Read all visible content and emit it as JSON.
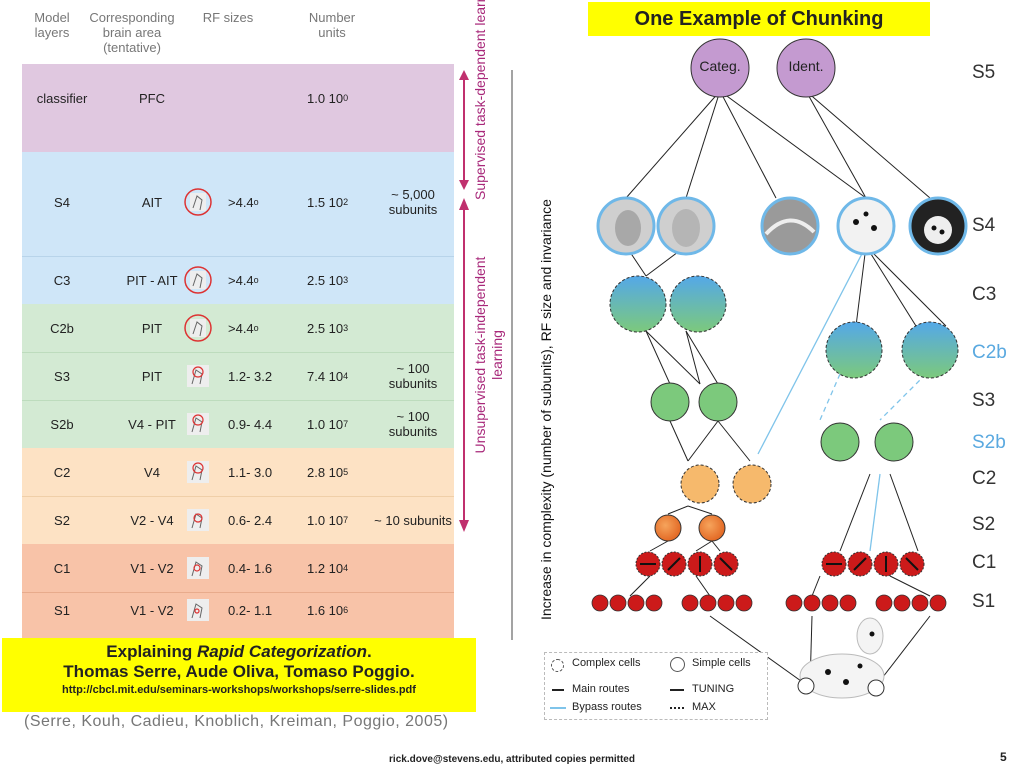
{
  "header": {
    "col_layers": "Model layers",
    "col_area": "Corresponding brain area (tentative)",
    "col_rf": "RF sizes",
    "col_units": "Number units"
  },
  "rows": [
    {
      "layer": "classifier",
      "area": "PFC",
      "rf": "",
      "units": "1.0  10",
      "exp": "0",
      "sub": ""
    },
    {
      "layer": "S4",
      "area": "AIT",
      "rf": ">4.4",
      "units": "1.5  10",
      "exp": "2",
      "sub": "~ 5,000 subunits"
    },
    {
      "layer": "C3",
      "area": "PIT - AIT",
      "rf": ">4.4",
      "units": "2.5  10",
      "exp": "3",
      "sub": ""
    },
    {
      "layer": "C2b",
      "area": "PIT",
      "rf": ">4.4",
      "units": "2.5  10",
      "exp": "3",
      "sub": ""
    },
    {
      "layer": "S3",
      "area": "PIT",
      "rf": "1.2- 3.2",
      "units": "7.4  10",
      "exp": "4",
      "sub": "~ 100 subunits"
    },
    {
      "layer": "S2b",
      "area": "V4 - PIT",
      "rf": "0.9- 4.4",
      "units": "1.0  10",
      "exp": "7",
      "sub": "~ 100 subunits"
    },
    {
      "layer": "C2",
      "area": "V4",
      "rf": "1.1- 3.0",
      "units": "2.8  10",
      "exp": "5",
      "sub": ""
    },
    {
      "layer": "S2",
      "area": "V2 - V4",
      "rf": "0.6- 2.4",
      "units": "1.0  10",
      "exp": "7",
      "sub": "~ 10 subunits"
    },
    {
      "layer": "C1",
      "area": "V1 - V2",
      "rf": "0.4- 1.6",
      "units": "1.2  10",
      "exp": "4",
      "sub": ""
    },
    {
      "layer": "S1",
      "area": "V1 - V2",
      "rf": "0.2- 1.1",
      "units": "1.6  10",
      "exp": "6",
      "sub": ""
    }
  ],
  "side_labels": {
    "supervised": "Supervised task-dependent learning",
    "unsupervised": "Unsupervised task-independent learning",
    "complexity": "Increase in complexity (number of subunits), RF size and invariance"
  },
  "title": "One Example of Chunking",
  "nodes": {
    "categ": "Categ.",
    "ident": "Ident."
  },
  "levels": [
    "S5",
    "S4",
    "C3",
    "C2b",
    "S3",
    "S2b",
    "C2",
    "S2",
    "C1",
    "S1"
  ],
  "legend": {
    "complex": "Complex cells",
    "simple": "Simple cells",
    "main": "Main routes",
    "bypass": "Bypass routes",
    "tuning": "TUNING",
    "max": "MAX"
  },
  "citation": {
    "line1_prefix": "Explaining ",
    "line1_italic": "Rapid Categorization",
    "line2": "Thomas Serre, Aude Oliva, Tomaso Poggio.",
    "url": "http://cbcl.mit.edu/seminars-workshops/workshops/serre-slides.pdf"
  },
  "reference": "(Serre, Kouh, Cadieu, Knoblich, Kreiman, Poggio, 2005)",
  "footer": "rick.dove@stevens.edu, attributed copies permitted",
  "page_number": "5",
  "colors": {
    "band_classifier": "#e0c8e0",
    "band_blue": "#cfe6f8",
    "band_green": "#d3ead3",
    "band_orange": "#fde2c4",
    "band_salmon": "#f8c3a8",
    "purple_text": "#a8287a",
    "magenta_arrow": "#c0306e"
  }
}
